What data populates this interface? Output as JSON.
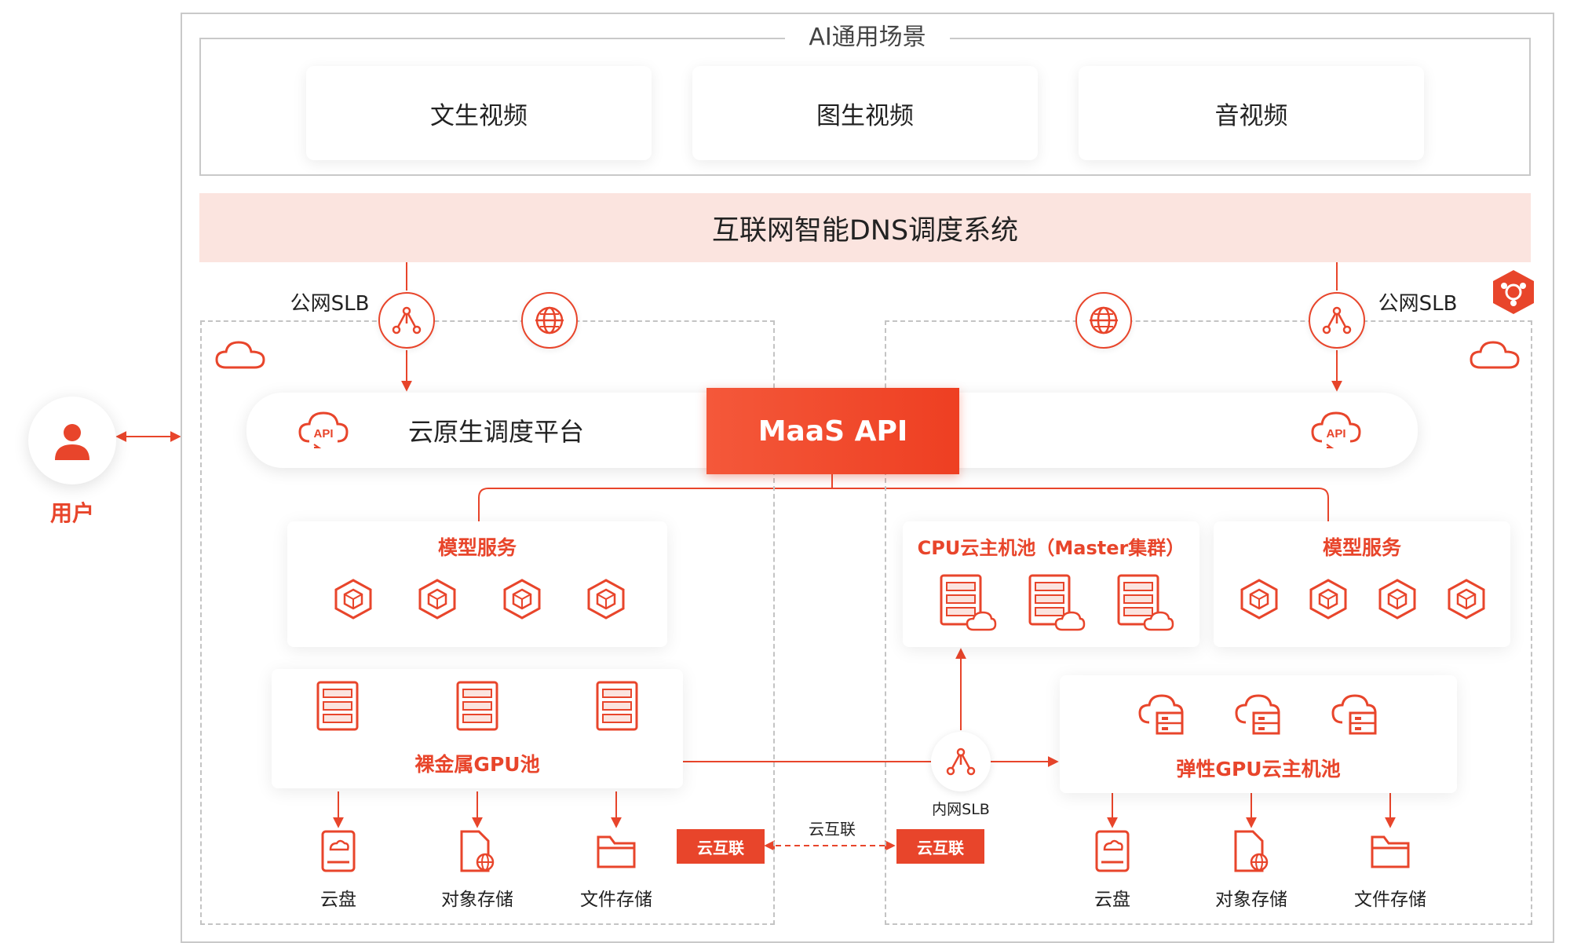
{
  "ai_section": {
    "title": "AI通用场景",
    "scenes": [
      "文生视频",
      "图生视频",
      "音视频"
    ]
  },
  "dns": {
    "label": "互联网智能DNS调度系统"
  },
  "left": {
    "slb_label": "公网SLB",
    "platform_label": "云原生调度平台",
    "model_service": {
      "title": "模型服务",
      "icon_count": 4
    },
    "gpu_pool": {
      "title": "裸金属GPU池"
    },
    "storage": [
      "云盘",
      "对象存储",
      "文件存储"
    ],
    "interconnect_tag": "云互联"
  },
  "center": {
    "maas_label": "MaaS API",
    "interconnect_label": "云互联",
    "inner_slb_label": "内网SLB"
  },
  "right": {
    "slb_label": "公网SLB",
    "cpu_pool": {
      "title": "CPU云主机池（Master集群）"
    },
    "model_service": {
      "title": "模型服务",
      "icon_count": 4
    },
    "elastic_pool": {
      "title": "弹性GPU云主机池"
    },
    "storage": [
      "云盘",
      "对象存储",
      "文件存储"
    ],
    "interconnect_tag": "云互联"
  },
  "user": {
    "label": "用户"
  },
  "colors": {
    "accent": "#e8452b",
    "dns_bg": "#fbe4df",
    "border": "#c9c9c9"
  },
  "icons": {
    "slb": "network-triangle-icon",
    "gateway": "globe-gateway-icon",
    "cloud": "cloud-outline-icon",
    "api": "cloud-api-icon",
    "model": "cube-icon",
    "server": "server-rack-icon",
    "cloud_server": "cloud-server-icon",
    "disk": "cloud-disk-icon",
    "object": "object-storage-icon",
    "file": "folder-icon",
    "user": "user-icon",
    "brand": "hexagon-logo-icon"
  }
}
